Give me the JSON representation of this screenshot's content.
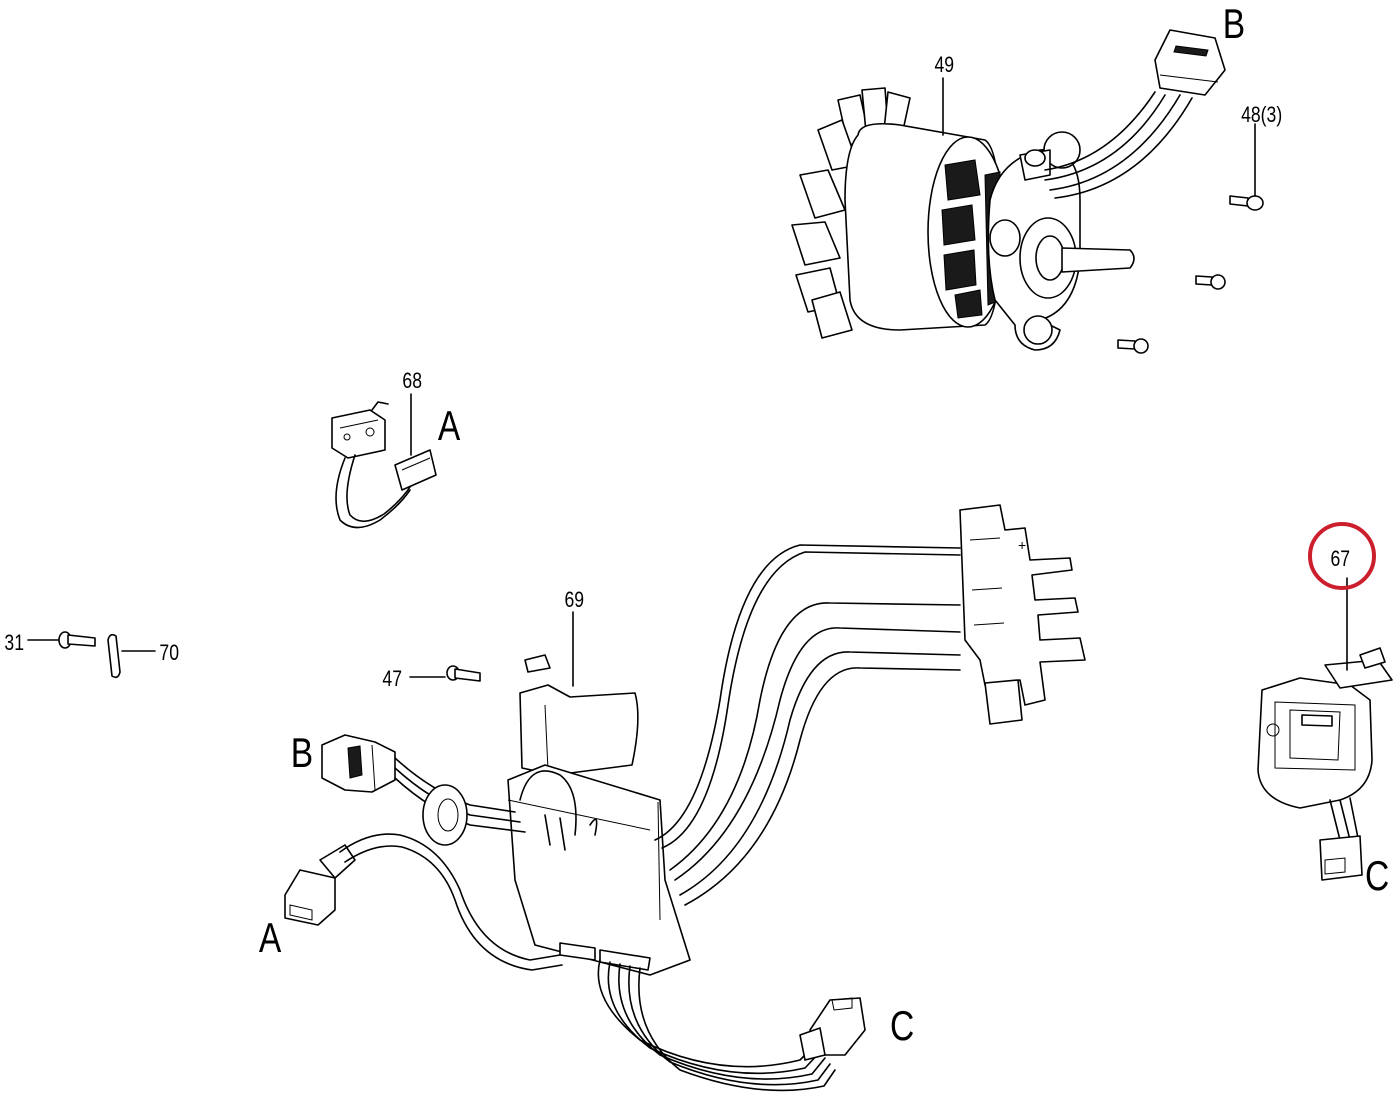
{
  "labels": {
    "p49": "49",
    "p48": "48(3)",
    "p68": "68",
    "p69": "69",
    "p67": "67",
    "p47": "47",
    "p31": "31",
    "p70": "70"
  },
  "connectors": {
    "b_top": "B",
    "a_top": "A",
    "b_left": "B",
    "a_left": "A",
    "c_bottom": "C",
    "c_right": "C"
  },
  "colors": {
    "line": "#000000",
    "highlight_circle": "#cc1f2d",
    "background": "#ffffff"
  }
}
